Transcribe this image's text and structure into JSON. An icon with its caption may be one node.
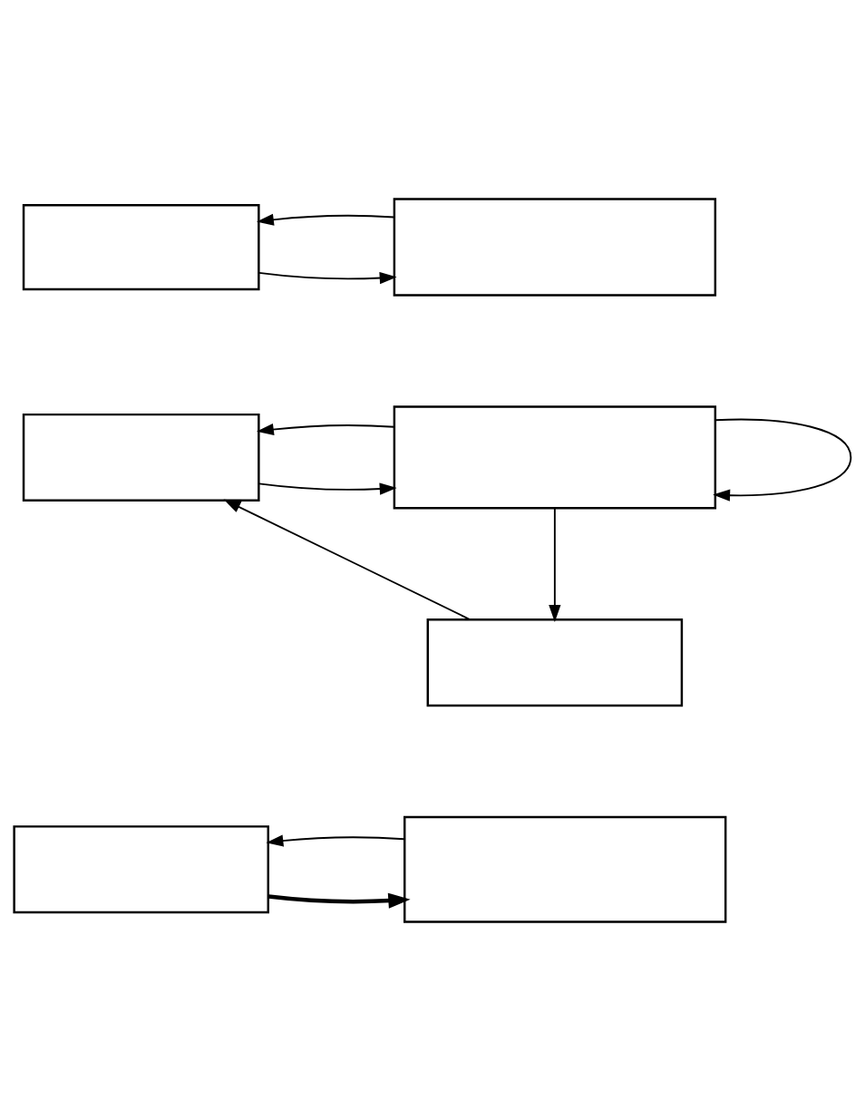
{
  "diagram": {
    "nodes": [
      {
        "text": [],
        "shape": "box"
      },
      {
        "text": [],
        "shape": "box"
      },
      {
        "text": [],
        "shape": "box"
      },
      {
        "text": [],
        "shape": "box"
      },
      {
        "text": [],
        "shape": "box"
      },
      {
        "text": [],
        "shape": "box"
      },
      {
        "text": [],
        "shape": "box"
      }
    ],
    "edges": [
      {
        "from": 0,
        "to": 1,
        "arrow": "to"
      },
      {
        "from": 1,
        "to": 0,
        "arrow": "to"
      },
      {
        "from": 2,
        "to": 3,
        "arrow": "to"
      },
      {
        "from": 3,
        "to": 2,
        "arrow": "to"
      },
      {
        "from": 3,
        "to": 3,
        "arrow": "to"
      },
      {
        "from": 3,
        "to": 4,
        "arrow": "to"
      },
      {
        "from": 4,
        "to": 2,
        "arrow": "to"
      },
      {
        "from": 5,
        "to": 6,
        "arrow": "to",
        "style": "thick"
      },
      {
        "from": 6,
        "to": 5,
        "arrow": "to"
      }
    ]
  }
}
